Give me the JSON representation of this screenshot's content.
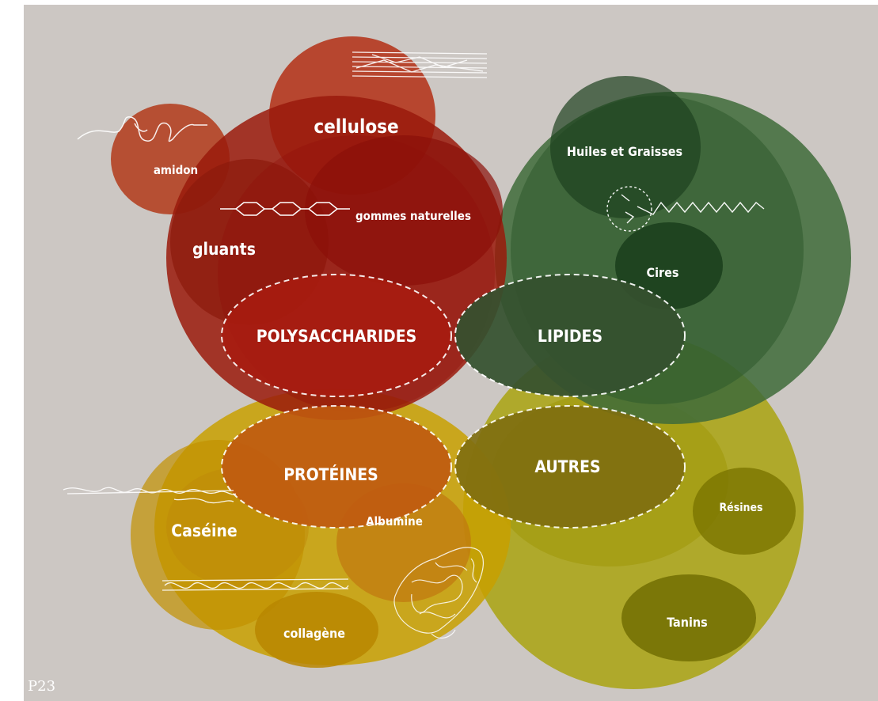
{
  "main_groups": {
    "polysaccharides": "POLYSACCHARIDES",
    "lipides": "LIPIDES",
    "proteines": "PROTÉINES",
    "autres": "AUTRES"
  },
  "sub_labels": {
    "cellulose": "cellulose",
    "amidon": "amidon",
    "gluants": "gluants",
    "gommes": "gommes naturelles",
    "huiles": "Huiles et Graisses",
    "cires": "Cires",
    "caseine": "Caséine",
    "albumine": "Albumine",
    "collagene": "collagène",
    "resines": "Résines",
    "tanins": "Tanins"
  },
  "page_number": "P23",
  "colors": {
    "background": "#ccc7c3",
    "polysaccharides": "#9a1a0c",
    "lipides": "#2e5a2c",
    "proteines": "#c8a000",
    "autres": "#a6a000"
  }
}
